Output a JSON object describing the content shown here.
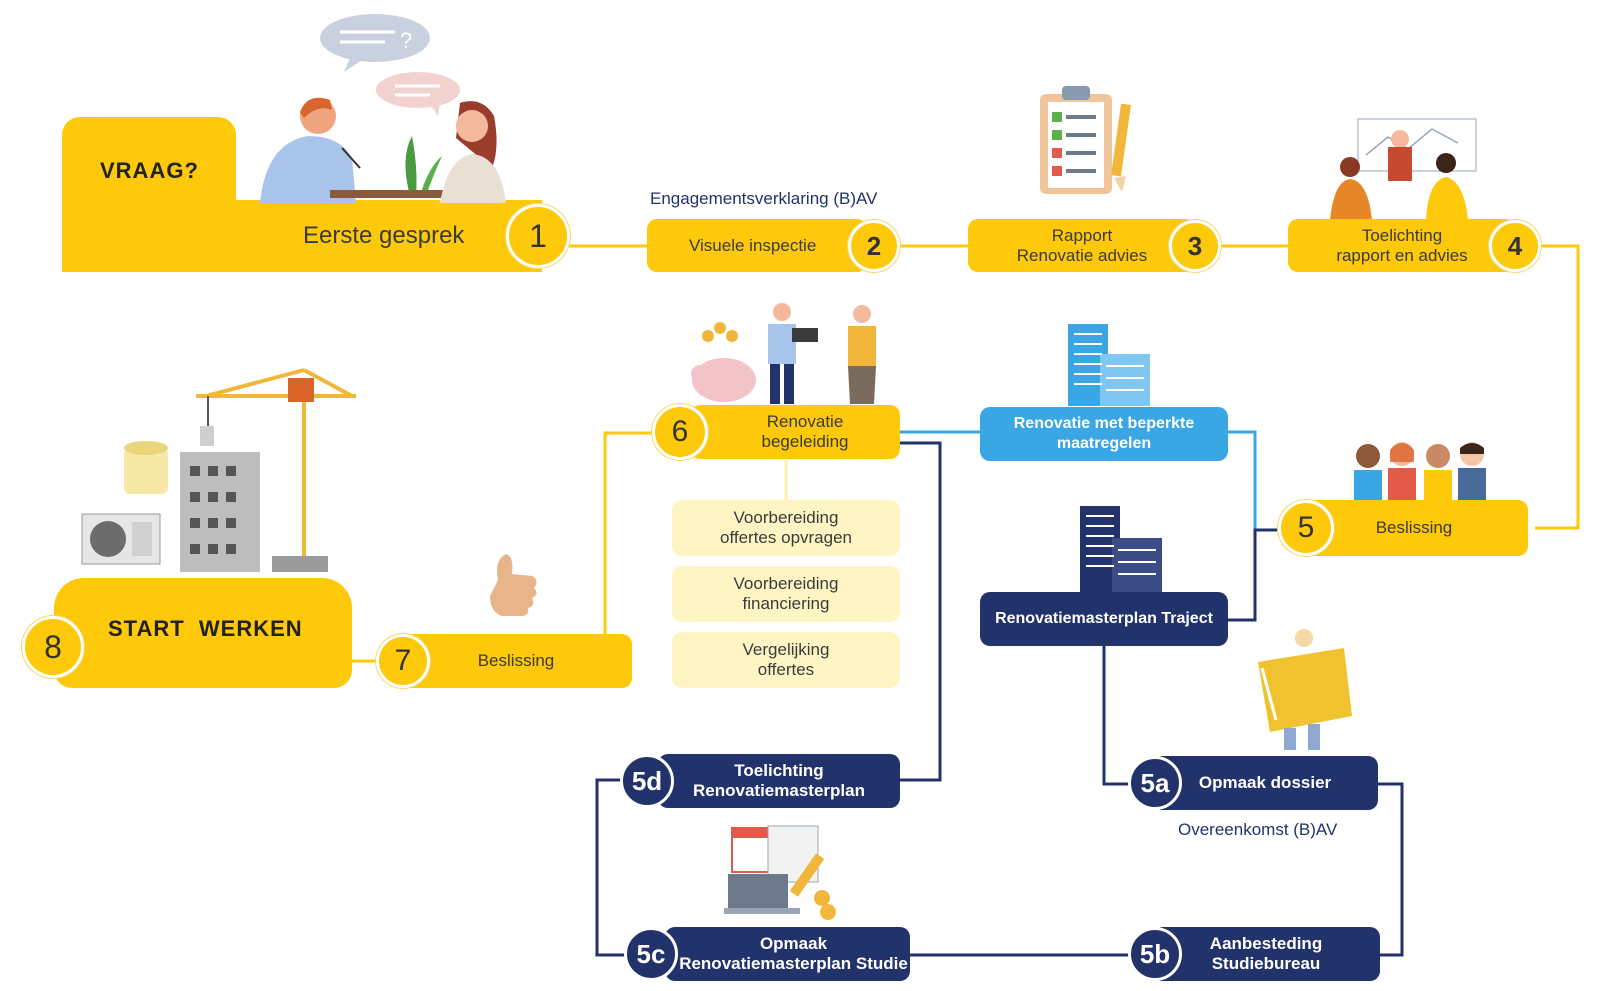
{
  "top": {
    "vraag": "VRAAG?",
    "eerste_gesprek": "Eerste gesprek",
    "num1": "1",
    "engagement_label": "Engagementsverklaring (B)AV",
    "step2": "Visuele inspectie",
    "num2": "2",
    "step3_l1": "Rapport",
    "step3_l2": "Renovatie advies",
    "num3": "3",
    "step4_l1": "Toelichting",
    "step4_l2": "rapport en advies",
    "num4": "4"
  },
  "middle": {
    "step5": "Beslissing",
    "num5": "5",
    "step6_l1": "Renovatie",
    "step6_l2": "begeleiding",
    "num6": "6",
    "sub1_l1": "Voorbereiding",
    "sub1_l2": "offertes opvragen",
    "sub2_l1": "Voorbereiding",
    "sub2_l2": "financiering",
    "sub3_l1": "Vergelijking",
    "sub3_l2": "offertes",
    "blue_l1": "Renovatie met beperkte",
    "blue_l2": "maatregelen",
    "navy_traject": "Renovatiemasterplan Traject",
    "step7": "Beslissing",
    "num7": "7",
    "start_werken": "START  WERKEN",
    "num8": "8"
  },
  "bottom": {
    "step5a": "Opmaak dossier",
    "num5a": "5a",
    "overeenkomst": "Overeenkomst (B)AV",
    "step5b_l1": "Aanbesteding",
    "step5b_l2": "Studiebureau",
    "num5b": "5b",
    "step5c_l1": "Opmaak",
    "step5c_l2": "Renovatiemasterplan Studie",
    "num5c": "5c",
    "step5d_l1": "Toelichting",
    "step5d_l2": "Renovatiemasterplan",
    "num5d": "5d"
  },
  "colors": {
    "yellow": "#fdc90a",
    "navy": "#22326b",
    "blue": "#3aa6e4",
    "light": "#fff5c4"
  }
}
